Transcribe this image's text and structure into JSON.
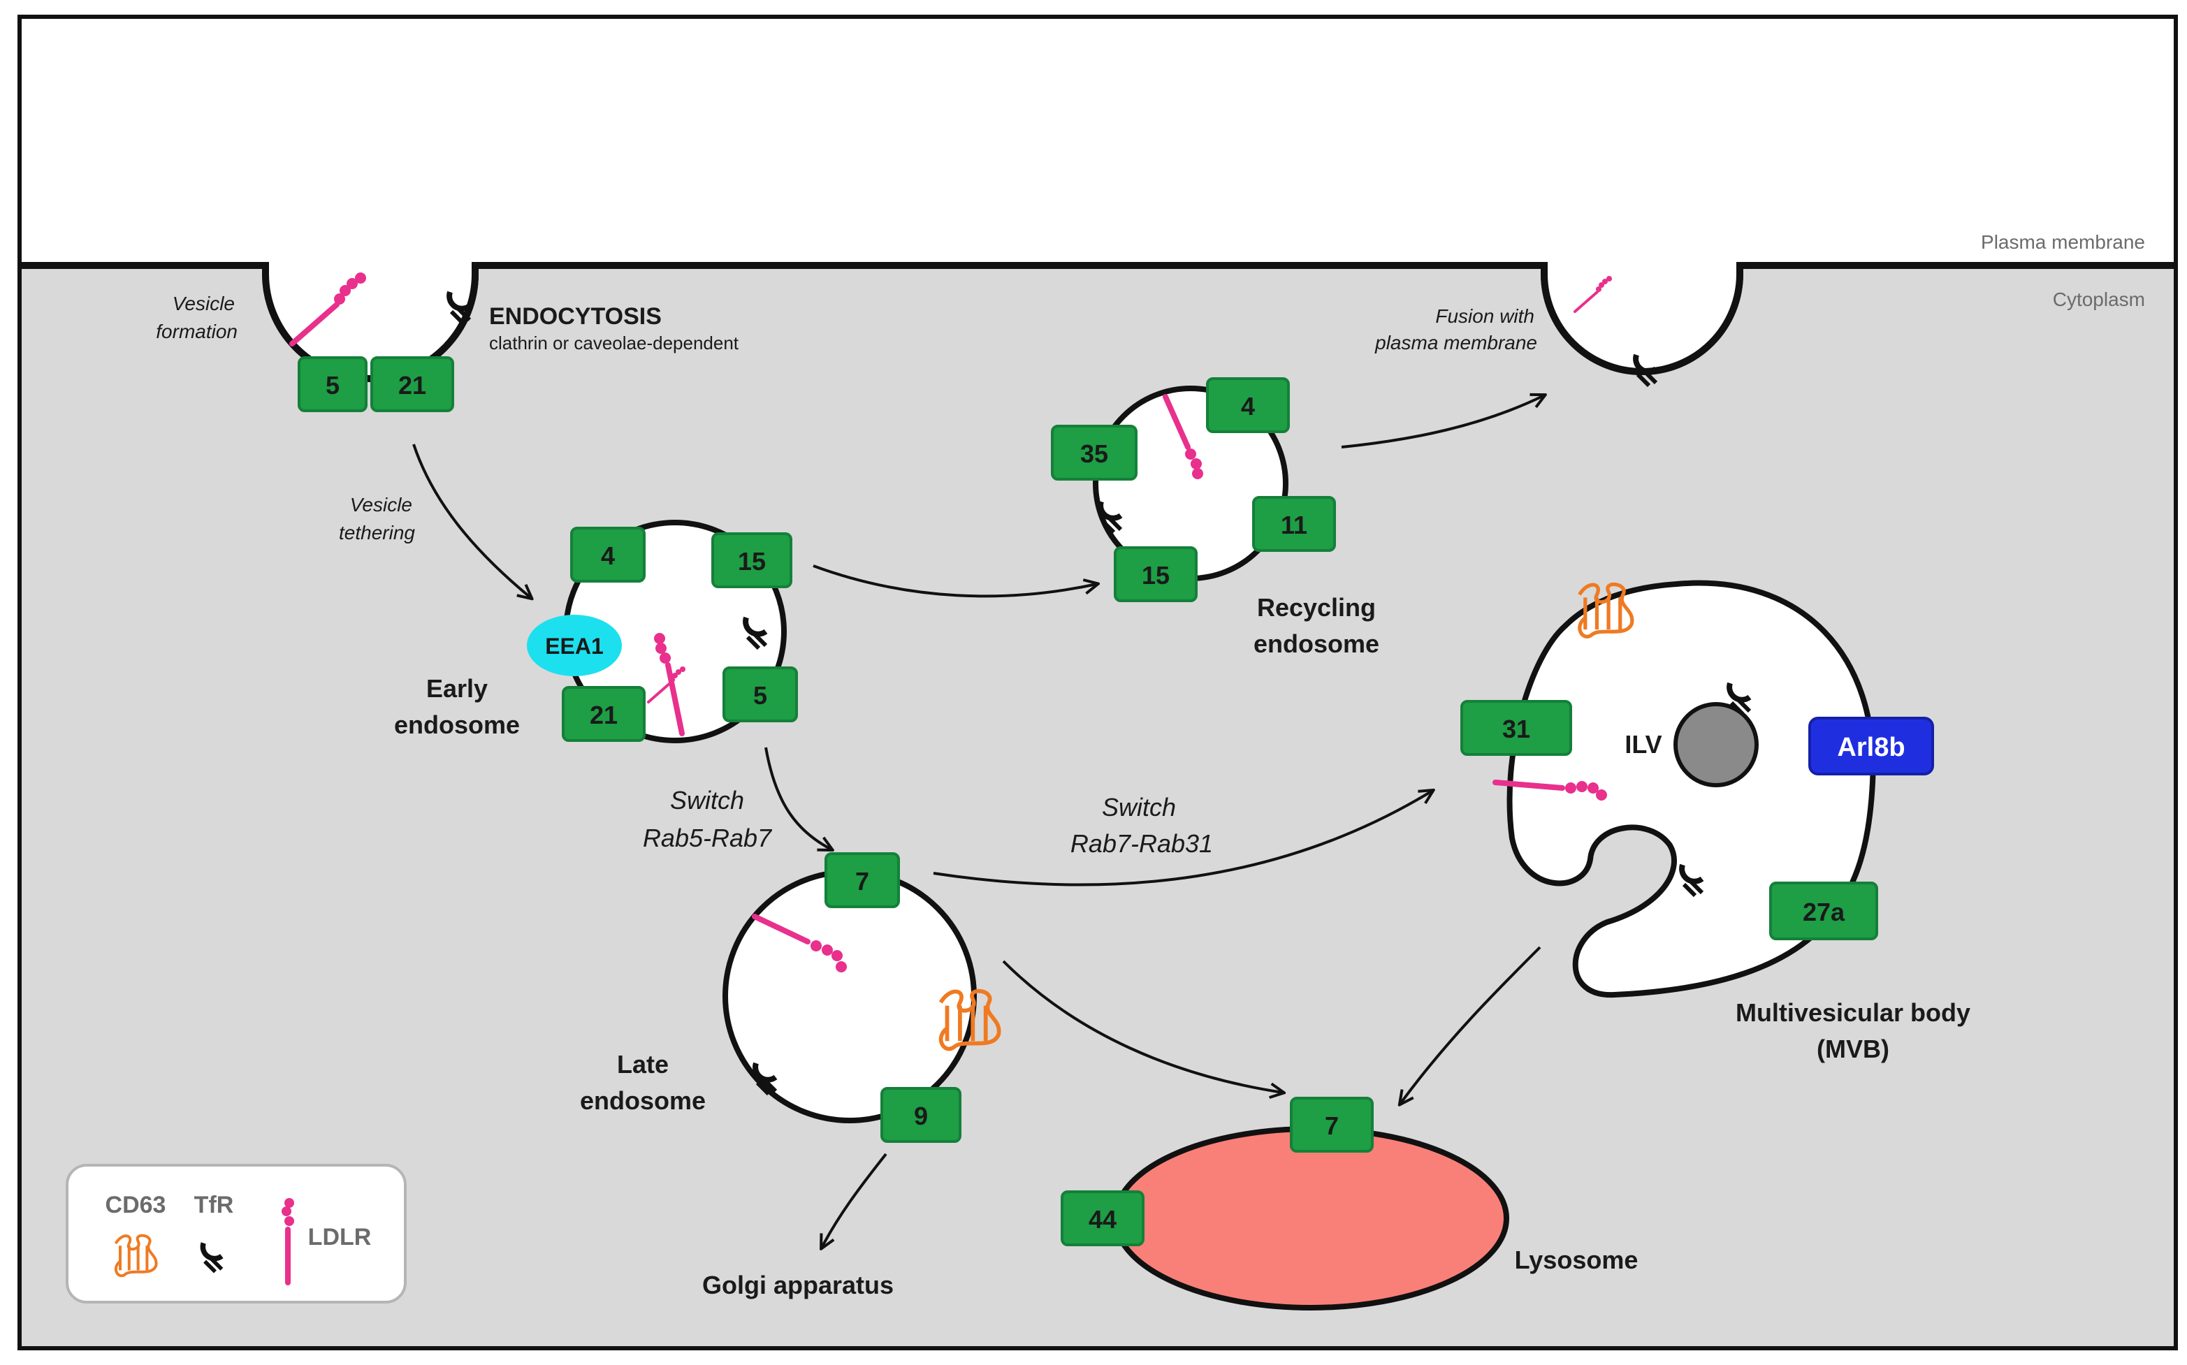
{
  "regions": {
    "plasma_membrane": "Plasma membrane",
    "cytoplasm": "Cytoplasm"
  },
  "labels": {
    "endocytosis_title": "ENDOCYTOSIS",
    "endocytosis_sub": "clathrin or caveolae-dependent",
    "vesicle_formation_1": "Vesicle",
    "vesicle_formation_2": "formation",
    "vesicle_tethering_1": "Vesicle",
    "vesicle_tethering_2": "tethering",
    "fusion_1": "Fusion with",
    "fusion_2": "plasma membrane",
    "early_endosome_1": "Early",
    "early_endosome_2": "endosome",
    "recycling_endosome_1": "Recycling",
    "recycling_endosome_2": "endosome",
    "switch1_1": "Switch",
    "switch1_2": "Rab5-Rab7",
    "switch2_1": "Switch",
    "switch2_2": "Rab7-Rab31",
    "late_endosome_1": "Late",
    "late_endosome_2": "endosome",
    "mvb_1": "Multivesicular body",
    "mvb_2": "(MVB)",
    "ilv": "ILV",
    "lysosome": "Lysosome",
    "golgi": "Golgi apparatus",
    "eea1": "EEA1",
    "arl8b": "Arl8b"
  },
  "rabs": {
    "vesicle_5": "5",
    "vesicle_21": "21",
    "early_4": "4",
    "early_15": "15",
    "early_21": "21",
    "early_5": "5",
    "recycling_35": "35",
    "recycling_4": "4",
    "recycling_11": "11",
    "recycling_15": "15",
    "late_7": "7",
    "late_9": "9",
    "mvb_31": "31",
    "mvb_27a": "27a",
    "lysosome_7": "7",
    "lysosome_44": "44"
  },
  "legend": {
    "cd63": "CD63",
    "tfr": "TfR",
    "ldlr": "LDLR"
  },
  "colors": {
    "rab_green": "#1e9e45",
    "eea1_cyan": "#1de0ee",
    "arl8b_blue": "#1f2fe0",
    "lysosome_red": "#f98078",
    "cytoplasm_gray": "#d9d9d9",
    "ldlr_pink": "#e8308c",
    "cd63_orange": "#ef7a22"
  }
}
